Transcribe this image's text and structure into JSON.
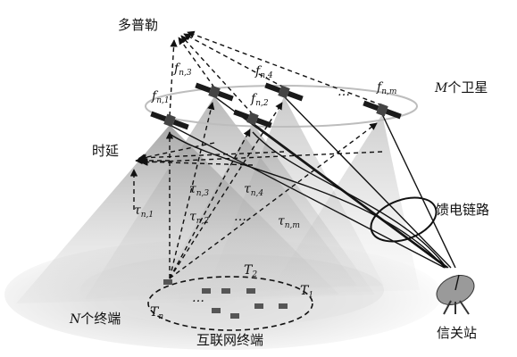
{
  "labels": {
    "doppler": "多普勒",
    "delay": "时延",
    "m_sat_var": "M",
    "m_sat_text": "个卫星",
    "feeder_link": "馈电链路",
    "n_term_var": "N",
    "n_term_text": "个终端",
    "iot_terminal": "互联网终端",
    "gateway": "信关站",
    "ellipsis_sat": "…",
    "ellipsis_tau": "…",
    "ellipsis_term": "…"
  },
  "freq_labels": [
    {
      "sym": "f",
      "sub": "n,1"
    },
    {
      "sym": "f",
      "sub": "n,2"
    },
    {
      "sym": "f",
      "sub": "n,3"
    },
    {
      "sym": "f",
      "sub": "n,4"
    },
    {
      "sym": "f",
      "sub": "n,m"
    }
  ],
  "delay_labels": [
    {
      "sym": "τ",
      "sub": "n,1"
    },
    {
      "sym": "τ",
      "sub": "n,2"
    },
    {
      "sym": "τ",
      "sub": "n,3"
    },
    {
      "sym": "τ",
      "sub": "n,4"
    },
    {
      "sym": "τ",
      "sub": "n,m"
    }
  ],
  "terminal_labels": [
    {
      "sym": "T",
      "sub": "1"
    },
    {
      "sym": "T",
      "sub": "2"
    },
    {
      "sym": "T",
      "sub": "n"
    }
  ],
  "colors": {
    "line": "#111111",
    "beam": "#9a9a9a",
    "ground": "#d9d9d9",
    "orbit": "#bdbdbd"
  }
}
